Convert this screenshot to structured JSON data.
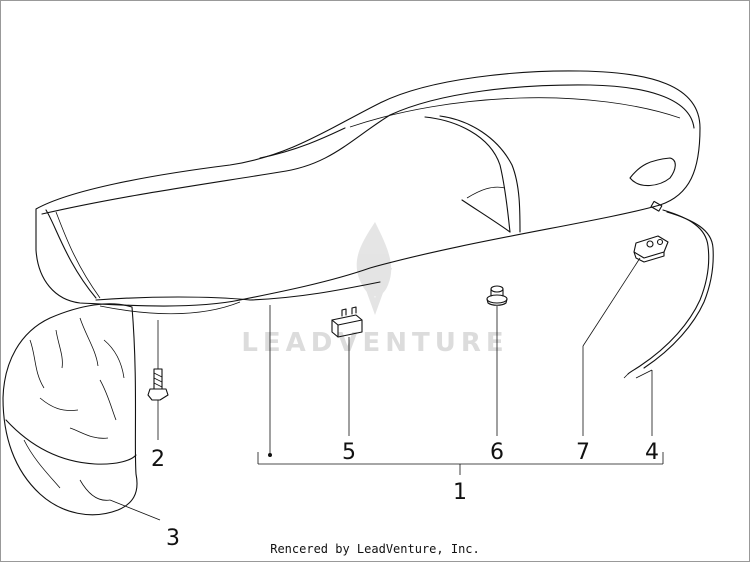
{
  "diagram": {
    "callouts": {
      "c1": "1",
      "c2": "2",
      "c3": "3",
      "c4": "4",
      "c5": "5",
      "c6": "6",
      "c7": "7"
    },
    "watermark": "LEADVENTURE",
    "footer": "Rencered by LeadVenture, Inc."
  }
}
